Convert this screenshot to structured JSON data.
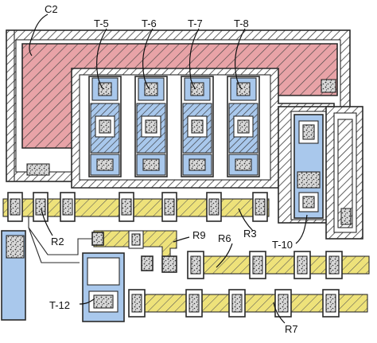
{
  "title": "",
  "colors": {
    "capacitor_fill": "#e8a3a7",
    "transistor_fill": "#a9c8ec",
    "resistor_fill": "#eee27a",
    "outline": "#2a2a2a",
    "hatch": "#3a3a3a",
    "contact": "#d8d8d8"
  },
  "labels": {
    "c2": "C2",
    "t5": "T-5",
    "t6": "T-6",
    "t7": "T-7",
    "t8": "T-8",
    "t10": "T-10",
    "t12": "T-12",
    "r2": "R2",
    "r3": "R3",
    "r6": "R6",
    "r7": "R7",
    "r9": "R9"
  }
}
